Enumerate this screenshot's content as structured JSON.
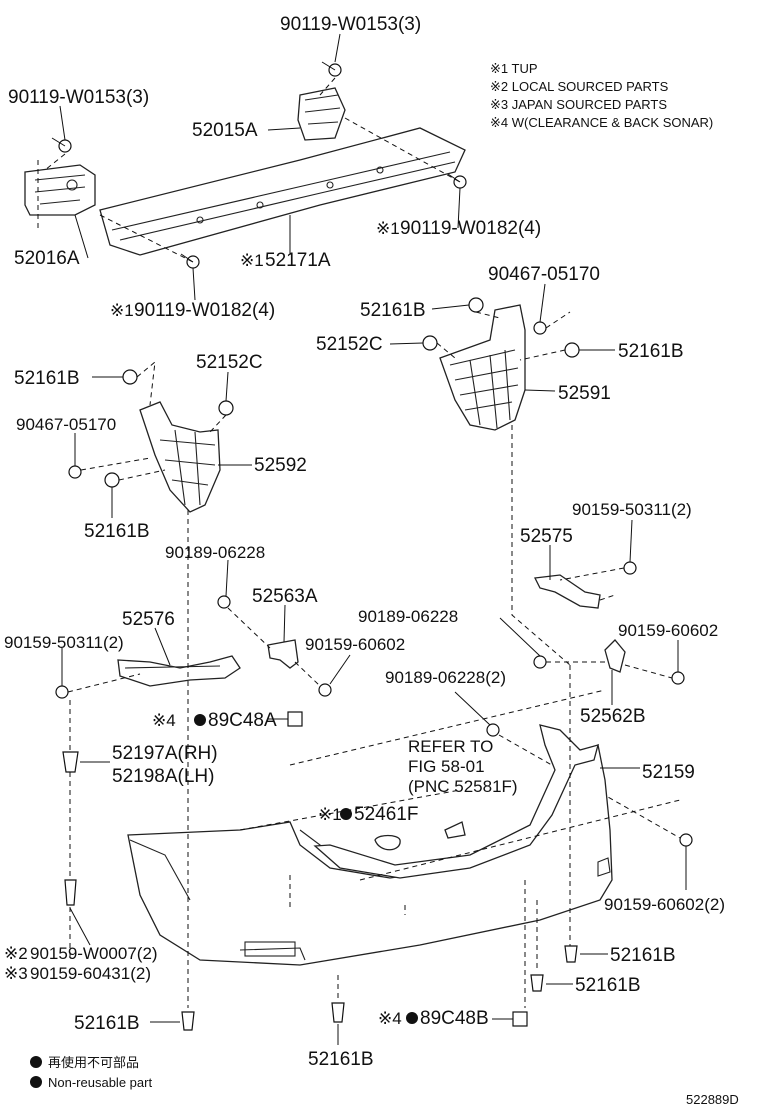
{
  "notes": [
    "※1 TUP",
    "※2 LOCAL SOURCED PARTS",
    "※3 JAPAN SOURCED PARTS",
    "※4  W(CLEARANCE & BACK SONAR)"
  ],
  "labels": {
    "l_90119_w0153_top": "90119-W0153(3)",
    "l_90119_w0153_left": "90119-W0153(3)",
    "l_52015a": "52015A",
    "l_52016a": "52016A",
    "l_52171a_mark": "※1",
    "l_52171a": "52171A",
    "l_90119_w0182_right_mark": "※1",
    "l_90119_w0182_right": "90119-W0182(4)",
    "l_90119_w0182_left_mark": "※1",
    "l_90119_w0182_left": "90119-W0182(4)",
    "l_90467_r": "90467-05170",
    "l_52161b_r1": "52161B",
    "l_52152c_r": "52152C",
    "l_52161b_r2": "52161B",
    "l_52591": "52591",
    "l_52161b_l1": "52161B",
    "l_52152c_l": "52152C",
    "l_90467_l": "90467-05170",
    "l_52592": "52592",
    "l_52161b_l2": "52161B",
    "l_90189_top": "90189-06228",
    "l_90159_50311_r": "90159-50311(2)",
    "l_52575": "52575",
    "l_52576": "52576",
    "l_52563a": "52563A",
    "l_90189_mid": "90189-06228",
    "l_90159_60602_r": "90159-60602",
    "l_90159_50311_l": "90159-50311(2)",
    "l_90159_60602_m": "90159-60602",
    "l_90189_2": "90189-06228(2)",
    "l_89c48a_mark": "※4",
    "l_89c48a": "89C48A",
    "l_52562b": "52562B",
    "l_52197a": "52197A(RH)",
    "l_52198a": "52198A(LH)",
    "l_refer1": "REFER TO",
    "l_refer2": "FIG 58-01",
    "l_refer3": "(PNC 52581F)",
    "l_52159": "52159",
    "l_52461f_mark": "※1",
    "l_52461f": "52461F",
    "l_90159_60602_2": "90159-60602(2)",
    "l_90159_w0007_mark": "※2",
    "l_90159_w0007": "90159-W0007(2)",
    "l_90159_60431_mark": "※3",
    "l_90159_60431": "90159-60431(2)",
    "l_52161b_b1": "52161B",
    "l_52161b_b2": "52161B",
    "l_52161b_bl": "52161B",
    "l_89c48b_mark": "※4",
    "l_89c48b": "89C48B",
    "l_52161b_bc": "52161B"
  },
  "legend": {
    "jp": "再使用不可部品",
    "en": "Non-reusable part"
  },
  "diagram_id": "522889D"
}
